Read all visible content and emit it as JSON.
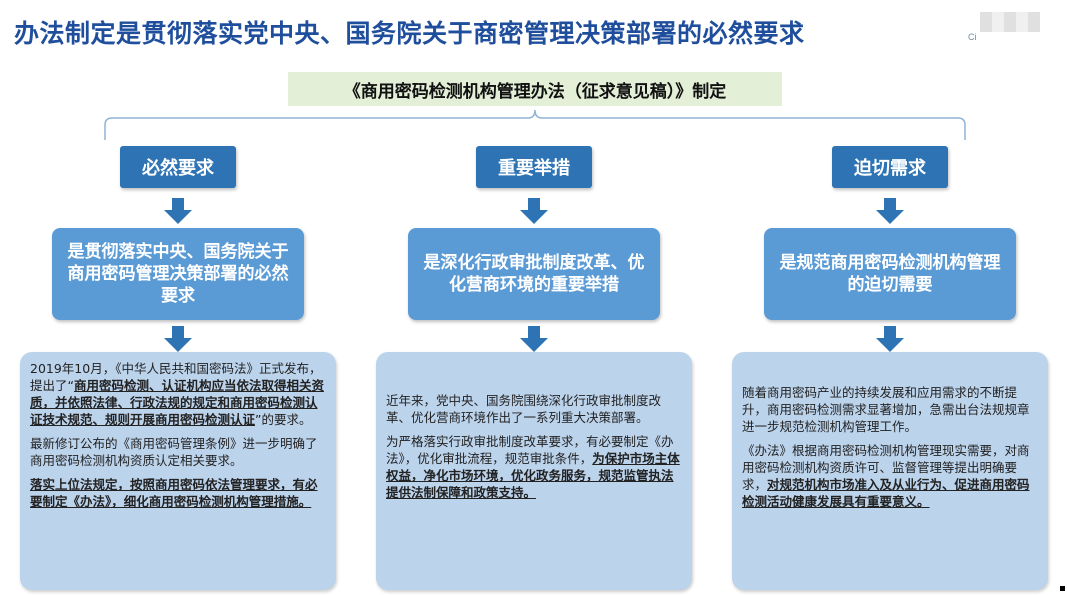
{
  "title": "办法制定是贯彻落实党中央、国务院关于商密管理决策部署的必然要求",
  "logo_text": "Ci",
  "subtitle": "《商用密码检测机构管理办法（征求意见稿）》制定",
  "columns": [
    {
      "category": "必然要求",
      "summary_pre": "是贯彻落实中央、国务院关于商用密码管理决策部署的必然要求",
      "paragraphs": [
        {
          "pre": "2019年10月，《中华人民共和国密码法》正式发布，提出了“",
          "bold": "商用密码检测、认证机构应当依法取得相关资质，并依照法律、行政法规的规定和商用密码检测认证技术规范、规则开展商用密码检测认证",
          "post": "”的要求。"
        },
        {
          "pre": "最新修订公布的《商用密码管理条例》进一步明确了商用密码检测机构资质认定相关要求。",
          "bold": "",
          "post": ""
        },
        {
          "pre": "",
          "bold": "落实上位法规定，按照商用密码依法管理要求，有必要制定《办法》，细化商用密码检测机构管理措施。",
          "post": ""
        }
      ]
    },
    {
      "category": "重要举措",
      "summary_pre": "是深化行政审批制度改革、优化营商环境的重要举措",
      "paragraphs": [
        {
          "pre": "近年来，党中央、国务院围绕深化行政审批制度改革、优化营商环境作出了一系列重大决策部署。",
          "bold": "",
          "post": ""
        },
        {
          "pre": "为严格落实行政审批制度改革要求，有必要制定《办法》，优化审批流程，规范审批条件，",
          "bold": "为保护市场主体权益，净化市场环境，优化政务服务，规范监管执法提供法制保障和政策支持。",
          "post": ""
        }
      ]
    },
    {
      "category": "迫切需求",
      "summary_pre": "是规范商用密码检测机构管理的迫切需要",
      "paragraphs": [
        {
          "pre": "随着商用密码产业的持续发展和应用需求的不断提升，商用密码检测需求显著增加，急需出台法规规章进一步规范检测机构管理工作。",
          "bold": "",
          "post": ""
        },
        {
          "pre": "《办法》根据商用密码检测机构管理现实需要，对商用密码检测机构资质许可、监督管理等提出明确要求，",
          "bold": "对规范机构市场准入及从业行为、促进商用密码检测活动健康发展具有重要意义。",
          "post": ""
        }
      ]
    }
  ]
}
